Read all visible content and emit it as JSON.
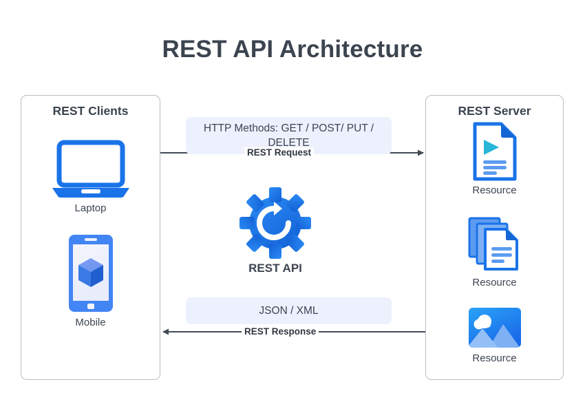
{
  "title": "REST API Architecture",
  "colors": {
    "accent_blue": "#1a73e8",
    "bright_blue": "#4285f4",
    "light_blue": "#7aa7f0",
    "teal": "#29b6d8",
    "panel_border": "#b9bdc6",
    "text_dark": "#3c4450",
    "chip_bg": "#edf1fd",
    "line": "#434a54"
  },
  "clients_panel": {
    "title": "REST Clients",
    "nodes": [
      {
        "icon": "laptop-icon",
        "label": "Laptop"
      },
      {
        "icon": "mobile-phone-icon",
        "label": "Mobile"
      }
    ]
  },
  "server_panel": {
    "title": "REST Server",
    "nodes": [
      {
        "icon": "document-media-icon",
        "label": "Resource"
      },
      {
        "icon": "stacked-documents-icon",
        "label": "Resource"
      },
      {
        "icon": "image-photo-icon",
        "label": "Resource"
      }
    ]
  },
  "center": {
    "icon": "gear-refresh-icon",
    "label": "REST API"
  },
  "edges": [
    {
      "id": "request",
      "chip_label": "HTTP Methods: GET / POST/ PUT / DELETE",
      "line_caption": "REST Request",
      "direction": "clients-to-server"
    },
    {
      "id": "response",
      "chip_label": "JSON / XML",
      "line_caption": "REST Response",
      "direction": "server-to-clients"
    }
  ]
}
